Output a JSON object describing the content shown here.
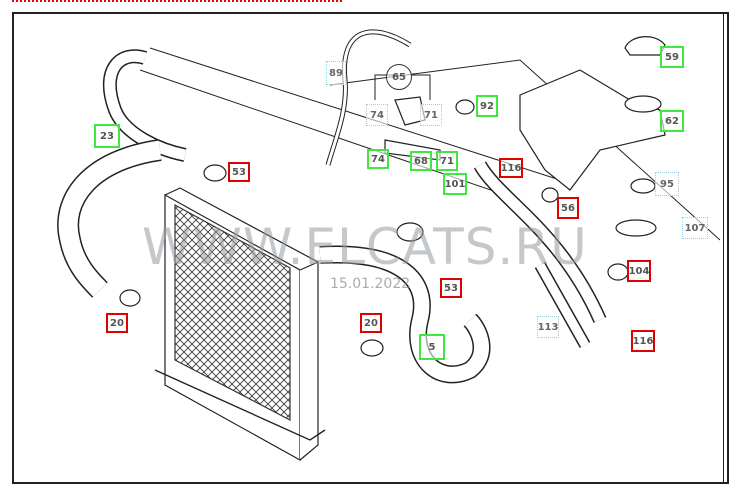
{
  "watermark": "WWW.ELCATS.RU",
  "date": "15.01.2022",
  "colors": {
    "highlight_green": "#3ee83e",
    "highlight_red": "#e00000"
  },
  "callouts": [
    {
      "text": "23",
      "style": "green"
    },
    {
      "text": "53",
      "style": "red"
    },
    {
      "text": "20",
      "style": "red"
    },
    {
      "text": "89",
      "style": "dotted"
    },
    {
      "text": "65",
      "style": "circle"
    },
    {
      "text": "74",
      "style": "dotted"
    },
    {
      "text": "71",
      "style": "dotted"
    },
    {
      "text": "74",
      "style": "green"
    },
    {
      "text": "68",
      "style": "green"
    },
    {
      "text": "71",
      "style": "green"
    },
    {
      "text": "101",
      "style": "green"
    },
    {
      "text": "92",
      "style": "green"
    },
    {
      "text": "116",
      "style": "red"
    },
    {
      "text": "59",
      "style": "green"
    },
    {
      "text": "62",
      "style": "green"
    },
    {
      "text": "95",
      "style": "dotted"
    },
    {
      "text": "56",
      "style": "red"
    },
    {
      "text": "107",
      "style": "dotted"
    },
    {
      "text": "104",
      "style": "red"
    },
    {
      "text": "116",
      "style": "red"
    },
    {
      "text": "53",
      "style": "red"
    },
    {
      "text": "20",
      "style": "red"
    },
    {
      "text": "5",
      "style": "green"
    },
    {
      "text": "113",
      "style": "dotted"
    }
  ]
}
